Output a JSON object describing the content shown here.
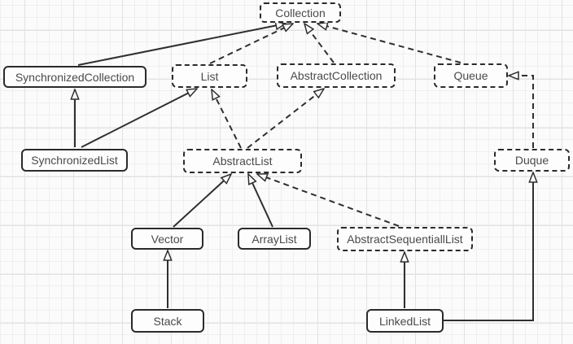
{
  "diagram": {
    "type": "class-hierarchy",
    "nodes": [
      {
        "id": "collection",
        "label": "Collection",
        "border": "dashed"
      },
      {
        "id": "synchronized-collection",
        "label": "SynchronizedCollection",
        "border": "solid"
      },
      {
        "id": "list",
        "label": "List",
        "border": "dashed"
      },
      {
        "id": "abstract-collection",
        "label": "AbstractCollection",
        "border": "dashed"
      },
      {
        "id": "queue",
        "label": "Queue",
        "border": "dashed"
      },
      {
        "id": "synchronized-list",
        "label": "SynchronizedList",
        "border": "solid"
      },
      {
        "id": "abstract-list",
        "label": "AbstractList",
        "border": "dashed"
      },
      {
        "id": "duque",
        "label": "Duque",
        "border": "dashed"
      },
      {
        "id": "vector",
        "label": "Vector",
        "border": "solid"
      },
      {
        "id": "array-list",
        "label": "ArrayList",
        "border": "solid"
      },
      {
        "id": "abstract-sequentiall-list",
        "label": "AbstractSequentiallList",
        "border": "dashed"
      },
      {
        "id": "stack",
        "label": "Stack",
        "border": "solid"
      },
      {
        "id": "linked-list",
        "label": "LinkedList",
        "border": "solid"
      }
    ],
    "edges": [
      {
        "from": "SynchronizedList",
        "to": "SynchronizedCollection",
        "style": "solid"
      },
      {
        "from": "SynchronizedList",
        "to": "List",
        "style": "solid"
      },
      {
        "from": "SynchronizedCollection",
        "to": "Collection",
        "style": "solid"
      },
      {
        "from": "List",
        "to": "Collection",
        "style": "dashed"
      },
      {
        "from": "AbstractCollection",
        "to": "Collection",
        "style": "dashed"
      },
      {
        "from": "Queue",
        "to": "Collection",
        "style": "dashed"
      },
      {
        "from": "AbstractList",
        "to": "List",
        "style": "dashed"
      },
      {
        "from": "AbstractList",
        "to": "AbstractCollection",
        "style": "dashed"
      },
      {
        "from": "Vector",
        "to": "AbstractList",
        "style": "solid"
      },
      {
        "from": "ArrayList",
        "to": "AbstractList",
        "style": "solid"
      },
      {
        "from": "AbstractSequentiallList",
        "to": "AbstractList",
        "style": "dashed"
      },
      {
        "from": "Stack",
        "to": "Vector",
        "style": "solid"
      },
      {
        "from": "LinkedList",
        "to": "AbstractSequentiallList",
        "style": "solid"
      },
      {
        "from": "LinkedList",
        "to": "Duque",
        "style": "solid"
      },
      {
        "from": "Duque",
        "to": "Queue",
        "style": "dashed"
      }
    ],
    "colors": {
      "stroke": "#2f2f2f",
      "text": "#4a4a4a",
      "background": "#fbfbfb",
      "grid_minor": "#efefef",
      "grid_major": "#e2e2e2"
    }
  }
}
